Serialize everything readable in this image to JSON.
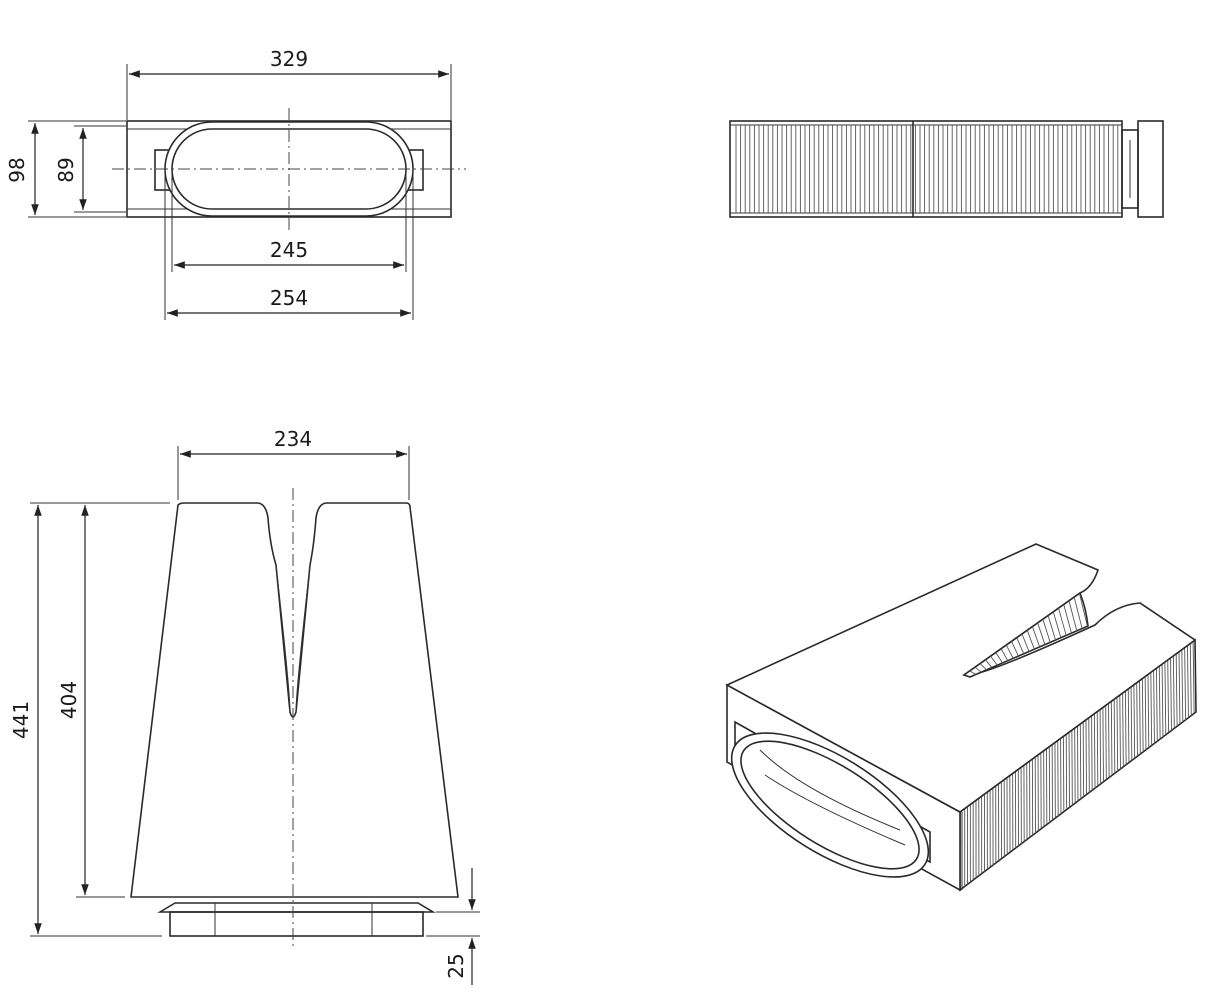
{
  "dimensions": {
    "top_width": "329",
    "top_height_outer": "98",
    "top_height_inner": "89",
    "top_inner_width": "245",
    "top_outer_width": "254",
    "front_top_width": "234",
    "front_height_total": "441",
    "front_height_body": "404",
    "front_collar": "25"
  },
  "colors": {
    "line": "#2a2a2a",
    "background": "#ffffff"
  }
}
